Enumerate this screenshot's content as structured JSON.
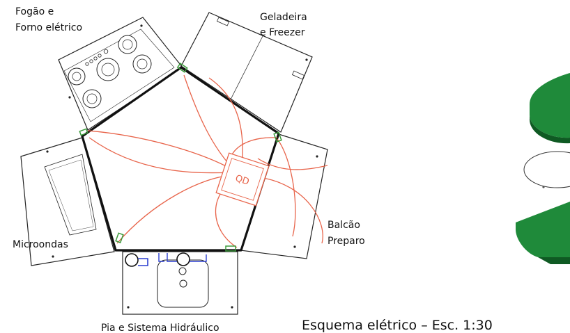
{
  "labels": {
    "fogao_line1": "Fogão  e",
    "fogao_line2": "Forno elétrico",
    "geladeira_line1": "Geladeira",
    "geladeira_line2": "e Freezer",
    "balcao_line1": "Balcão",
    "balcao_line2": "Preparo",
    "microondas": "Microondas",
    "pia": "Pia e Sistema Hidráulico",
    "panel": "QD"
  },
  "caption": "Esquema elétrico – Esc. 1:30",
  "colors": {
    "structure": "#111111",
    "wiring": "#e8644a",
    "connector": "#3a9a3a",
    "plumbing": "#2b3fd0",
    "green_shape": "#1f8a3a",
    "green_shape_edge": "#0f5a23"
  }
}
